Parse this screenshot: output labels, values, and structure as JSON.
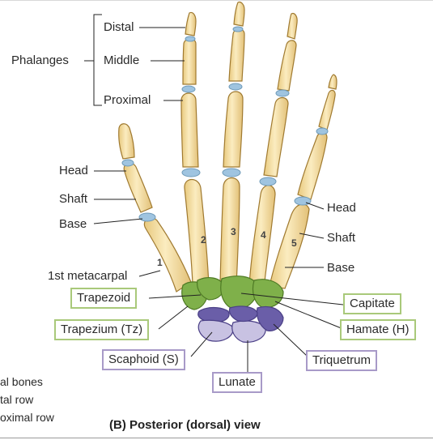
{
  "labels": {
    "phalanges": "Phalanges",
    "distal": "Distal",
    "middle": "Middle",
    "proximal": "Proximal",
    "head_left": "Head",
    "shaft_left": "Shaft",
    "base_left": "Base",
    "first_metacarpal": "1st metacarpal",
    "head_right": "Head",
    "shaft_right": "Shaft",
    "base_right": "Base"
  },
  "metacarpal_numbers": [
    "1",
    "2",
    "3",
    "4",
    "5"
  ],
  "carpal_boxes": {
    "trapezoid": "Trapezoid",
    "trapezium": "Trapezium (Tz)",
    "scaphoid": "Scaphoid (S)",
    "lunate": "Lunate",
    "capitate": "Capitate",
    "hamate": "Hamate (H)",
    "triquetrum": "Triquetrum"
  },
  "legend": {
    "line1": "al bones",
    "line2": "tal row",
    "line3": "oximal row"
  },
  "caption": "(B) Posterior (dorsal) view",
  "colors": {
    "bone": "#f3dc9c",
    "bone_edge": "#b08a3c",
    "joint": "#9fc4e0",
    "distal_row": "#7fb04a",
    "proximal_row_dark": "#6a5ea8",
    "proximal_row_light": "#c8c2e2",
    "green_box": "#a9c97a",
    "purple_box": "#a89ac8"
  }
}
